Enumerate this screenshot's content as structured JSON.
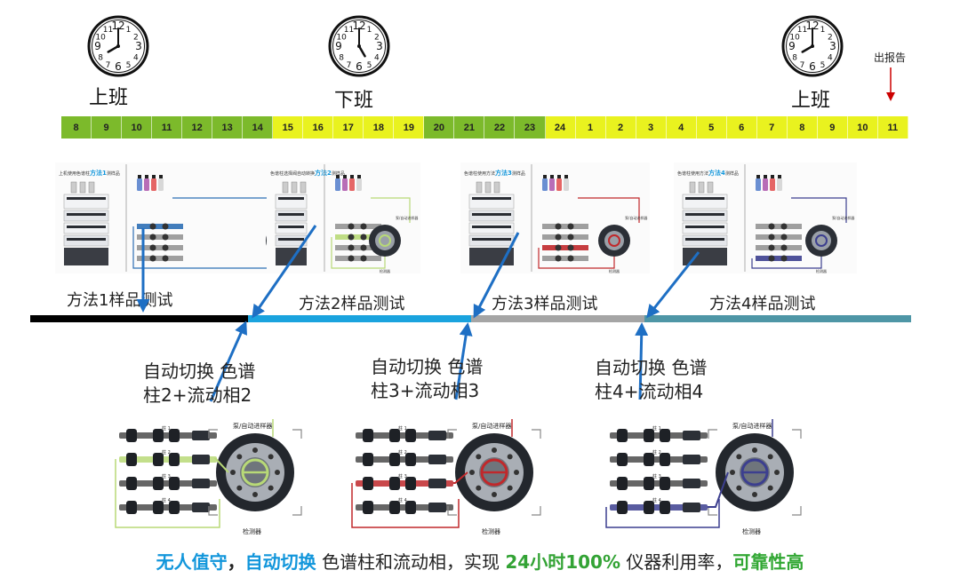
{
  "clocks": [
    {
      "label": "上班",
      "numerals": [
        "12",
        "1",
        "2",
        "3",
        "4",
        "5",
        "6",
        "7",
        "8",
        "9",
        "10",
        "11"
      ]
    },
    {
      "label": "下班",
      "numerals": [
        "12",
        "1",
        "2",
        "3",
        "4",
        "5",
        "6",
        "7",
        "8",
        "9",
        "10",
        "11"
      ]
    },
    {
      "label": "上班",
      "numerals": [
        "12",
        "1",
        "2",
        "3",
        "4",
        "5",
        "6",
        "7",
        "8",
        "9",
        "10",
        "11"
      ]
    }
  ],
  "report_label": "出报告",
  "timeline": {
    "hours": [
      {
        "label": "8",
        "color": "#7cba2b"
      },
      {
        "label": "9",
        "color": "#7cba2b"
      },
      {
        "label": "10",
        "color": "#7cba2b"
      },
      {
        "label": "11",
        "color": "#7cba2b"
      },
      {
        "label": "12",
        "color": "#7cba2b"
      },
      {
        "label": "13",
        "color": "#7cba2b"
      },
      {
        "label": "14",
        "color": "#7cba2b"
      },
      {
        "label": "15",
        "color": "#e9f21f"
      },
      {
        "label": "16",
        "color": "#e9f21f"
      },
      {
        "label": "17",
        "color": "#e9f21f"
      },
      {
        "label": "18",
        "color": "#e9f21f"
      },
      {
        "label": "19",
        "color": "#e9f21f"
      },
      {
        "label": "20",
        "color": "#7cba2b"
      },
      {
        "label": "21",
        "color": "#7cba2b"
      },
      {
        "label": "22",
        "color": "#7cba2b"
      },
      {
        "label": "23",
        "color": "#7cba2b"
      },
      {
        "label": "24",
        "color": "#e9f21f"
      },
      {
        "label": "1",
        "color": "#e9f21f"
      },
      {
        "label": "2",
        "color": "#e9f21f"
      },
      {
        "label": "3",
        "color": "#e9f21f"
      },
      {
        "label": "4",
        "color": "#e9f21f"
      },
      {
        "label": "5",
        "color": "#e9f21f"
      },
      {
        "label": "6",
        "color": "#e9f21f"
      },
      {
        "label": "7",
        "color": "#e9f21f"
      },
      {
        "label": "8",
        "color": "#e9f21f"
      },
      {
        "label": "9",
        "color": "#e9f21f"
      },
      {
        "label": "10",
        "color": "#e9f21f"
      },
      {
        "label": "11",
        "color": "#e9f21f"
      }
    ]
  },
  "methods": [
    {
      "label": "方法1样品测试",
      "title_prefix": "上机使用色谱柱",
      "title_em": "方法1",
      "title_suffix": "测样品",
      "tube": "#2d6fb5"
    },
    {
      "label": "方法2样品测试",
      "title_prefix": "色谱柱选择阀自动转换",
      "title_em": "方法2",
      "title_suffix": "测样品",
      "tube": "#b8d977"
    },
    {
      "label": "方法3样品测试",
      "title_prefix": "色谱柱使用方法",
      "title_em": "方法3",
      "title_suffix": "测样品",
      "tube": "#c0282b"
    },
    {
      "label": "方法4样品测试",
      "title_prefix": "色谱柱使用方法",
      "title_em": "方法4",
      "title_suffix": "测样品",
      "tube": "#3c3f8f"
    }
  ],
  "phase_bar_colors": {
    "method1": "#000000",
    "method2": "#1aa3de",
    "method3": "#a5a5a5",
    "method4": "#4e96a6"
  },
  "switches": [
    {
      "line1": "自动切换 色谱",
      "line2": "柱2+流动相2",
      "tube": "#b8d977"
    },
    {
      "line1": "自动切换 色谱",
      "line2": "柱3+流动相3",
      "tube": "#c0282b"
    },
    {
      "line1": "自动切换 色谱",
      "line2": "柱4+流动相4",
      "tube": "#3c3f8f"
    }
  ],
  "diagram_text": {
    "column_labels": [
      "柱 1",
      "柱 2",
      "柱 3",
      "柱 4"
    ],
    "selector": "泵/自动进样器",
    "detector": "检测器"
  },
  "footer": {
    "part1": "无人值守",
    "part2": "，",
    "part3": "自动切换",
    "part4": " 色谱柱和流动相，实现 ",
    "part5": "24小时100%",
    "part6": " 仪器利用率，",
    "part7": "可靠性高"
  }
}
